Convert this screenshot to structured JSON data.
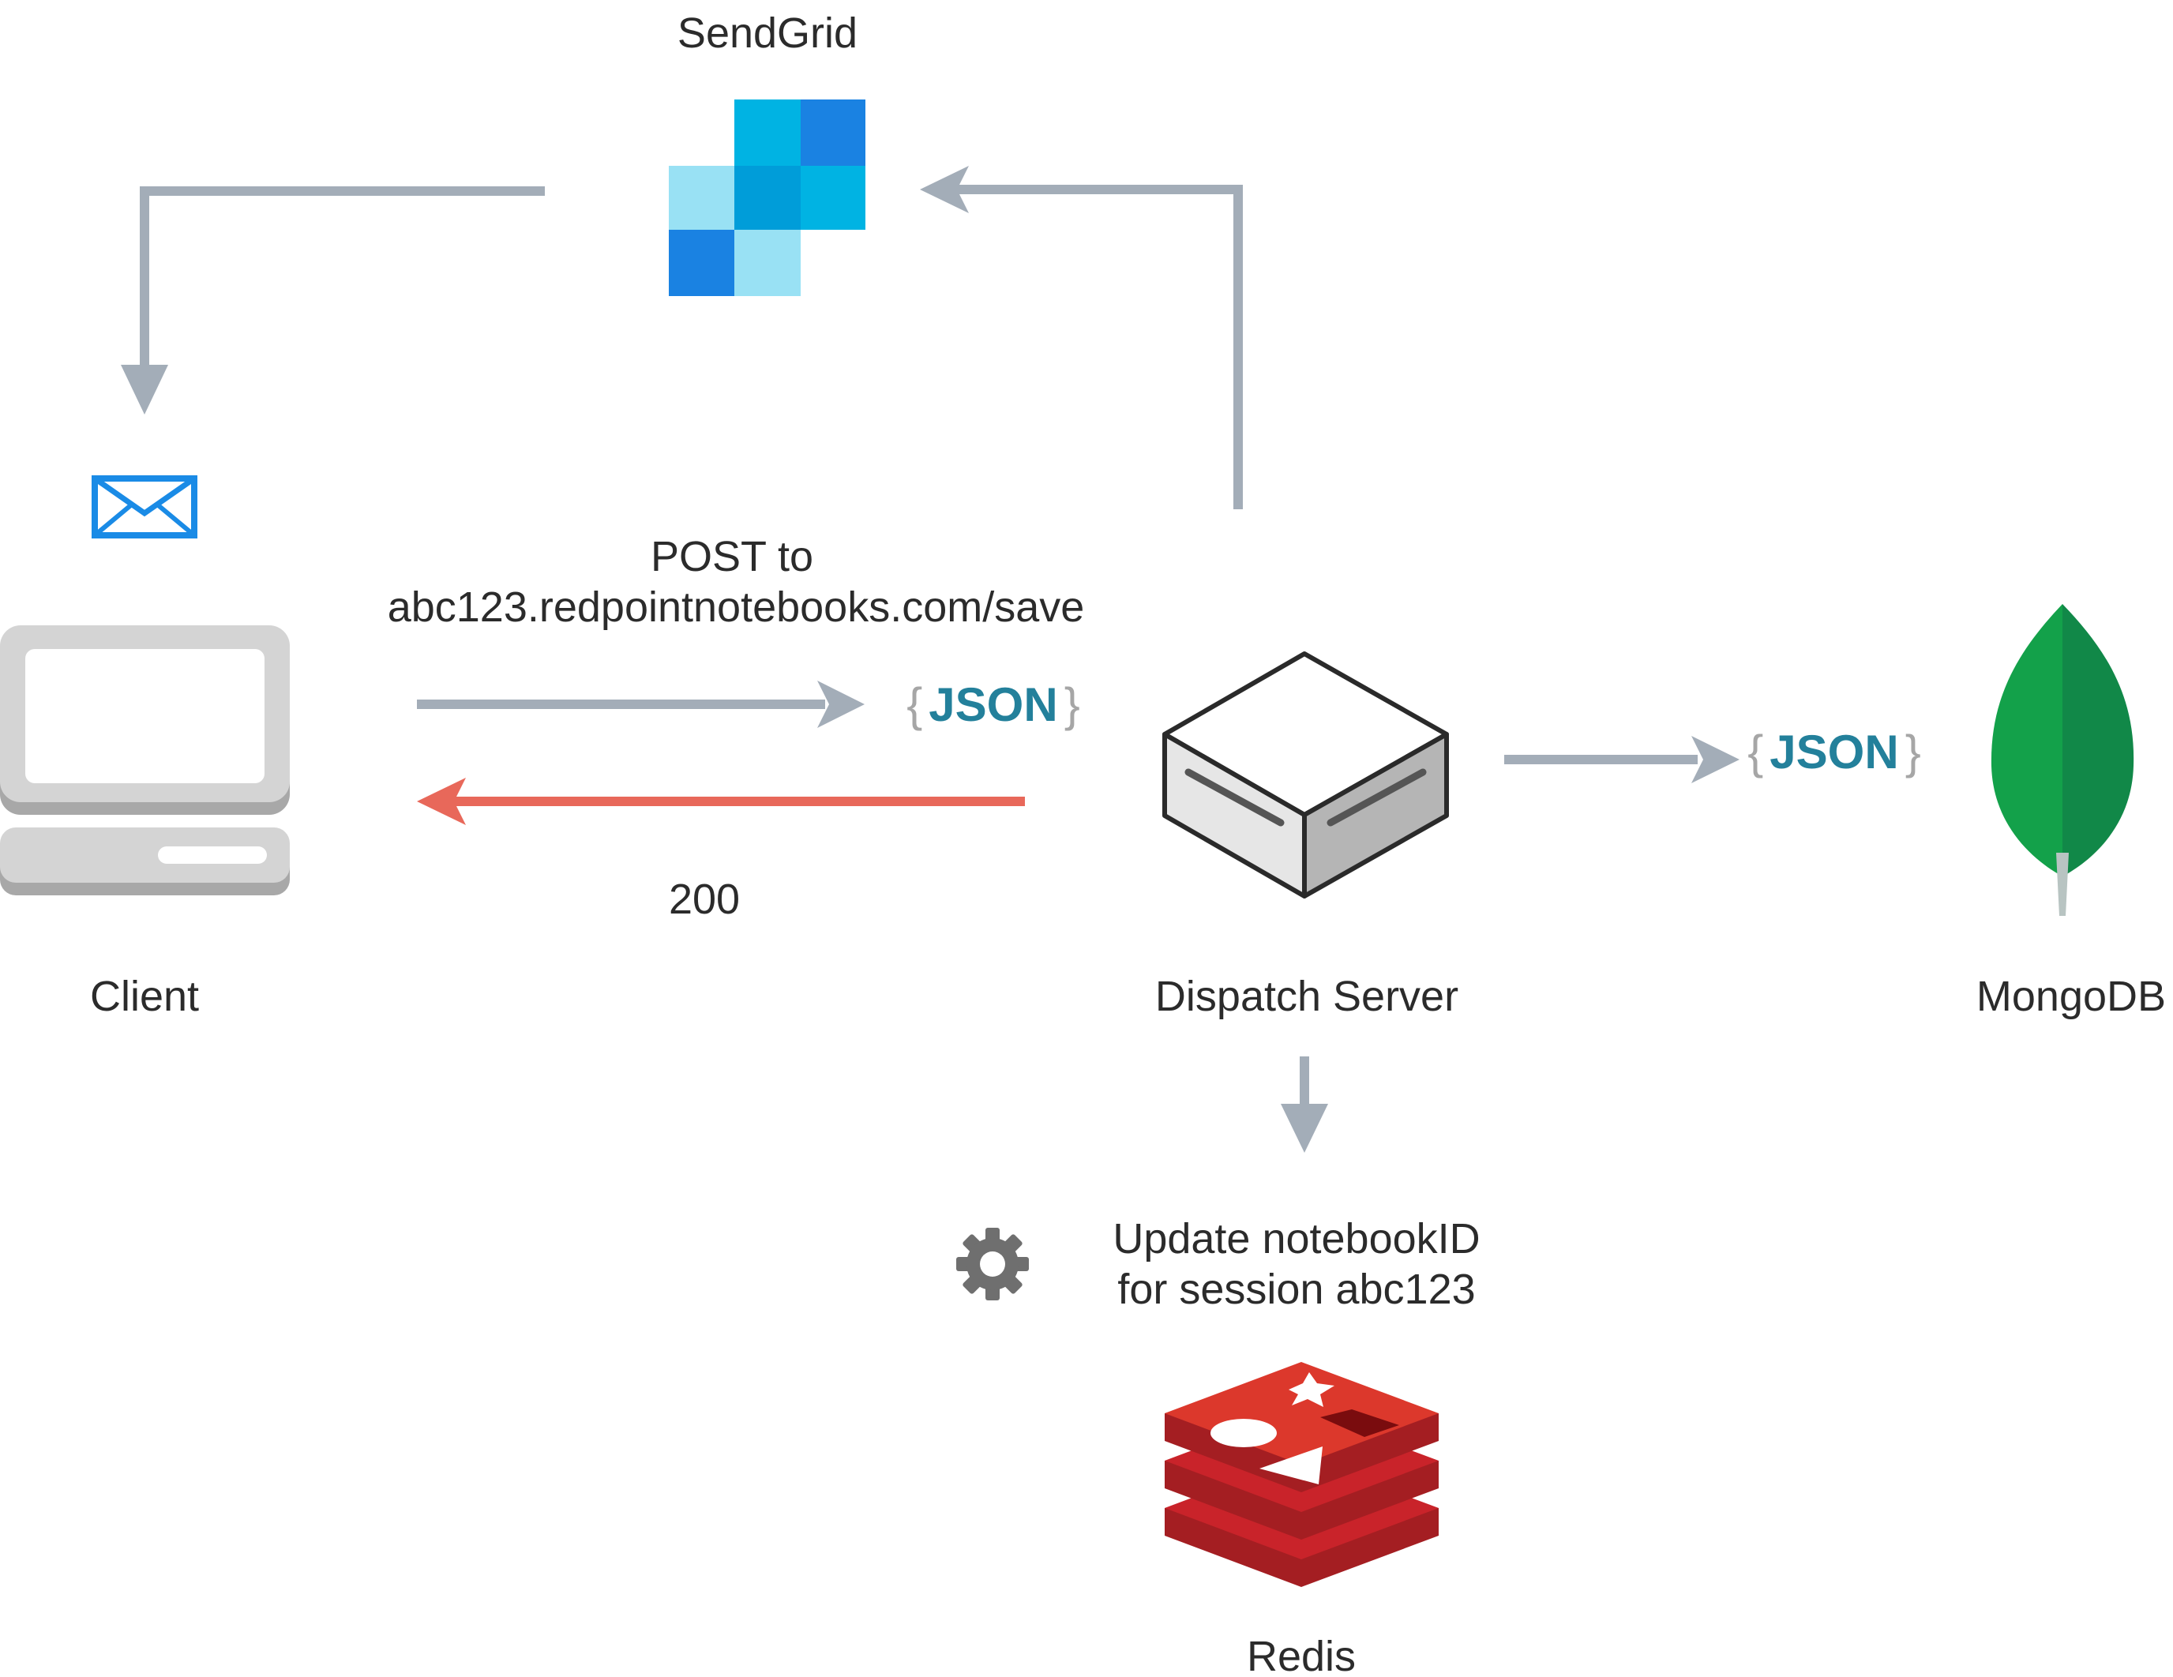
{
  "labels": {
    "sendgrid": "SendGrid",
    "client": "Client",
    "dispatch_server": "Dispatch Server",
    "mongodb": "MongoDB",
    "redis": "Redis",
    "post_line1": "POST to",
    "post_line2": "abc123.redpointnotebooks.com/save",
    "response_code": "200",
    "update_line1": "Update notebookID",
    "update_line2": "for session abc123"
  },
  "json_badge": {
    "open": "{",
    "word": "JSON",
    "close": "}"
  },
  "colors": {
    "arrow_gray": "#a3adb8",
    "arrow_red": "#e8685a",
    "mail_blue": "#1a8be6",
    "mongo_green": "#13a14a",
    "mongo_dark": "#118848",
    "redis_red": "#c9232a",
    "json_teal": "#23809b"
  },
  "icons": [
    "sendgrid-logo",
    "envelope-icon",
    "computer-icon",
    "server-icon",
    "mongodb-leaf-icon",
    "gear-icon",
    "redis-logo"
  ]
}
